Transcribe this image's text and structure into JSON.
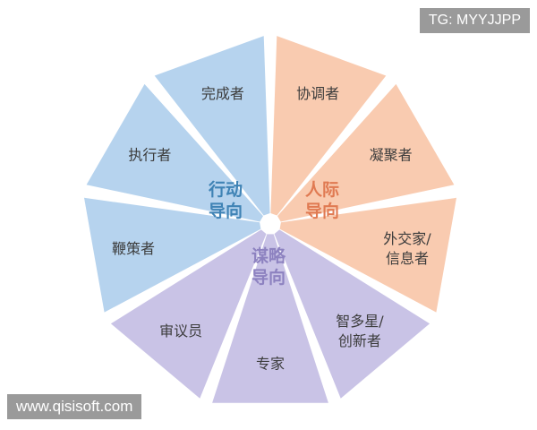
{
  "segments": [
    {
      "lines": [
        "协调者"
      ],
      "group": "people"
    },
    {
      "lines": [
        "凝聚者"
      ],
      "group": "people"
    },
    {
      "lines": [
        "外交家/",
        "信息者"
      ],
      "group": "people"
    },
    {
      "lines": [
        "智多星/",
        "创新者"
      ],
      "group": "strategy"
    },
    {
      "lines": [
        "专家"
      ],
      "group": "strategy"
    },
    {
      "lines": [
        "审议员"
      ],
      "group": "strategy"
    },
    {
      "lines": [
        "鞭策者"
      ],
      "group": "action"
    },
    {
      "lines": [
        "执行者"
      ],
      "group": "action"
    },
    {
      "lines": [
        "完成者"
      ],
      "group": "action"
    }
  ],
  "groups": {
    "people": {
      "lines": [
        "人际",
        "导向"
      ],
      "fill": "#f9cbb0",
      "label_color": "#e07a52"
    },
    "strategy": {
      "lines": [
        "谋略",
        "导向"
      ],
      "fill": "#c9c3e6",
      "label_color": "#8d82c0"
    },
    "action": {
      "lines": [
        "行动",
        "导向"
      ],
      "fill": "#b6d3ee",
      "label_color": "#3f83b5"
    }
  },
  "watermarks": {
    "top": "TG: MYYJJPP",
    "bottom": "www.qisisoft.com"
  }
}
